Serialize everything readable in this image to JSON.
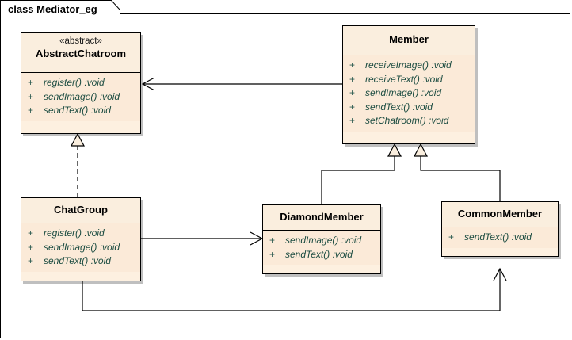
{
  "frame": {
    "title": "class Mediator_eg",
    "border_color": "#000000"
  },
  "palette": {
    "class_fill_header": "#faeede",
    "class_fill_body": "#fbead8",
    "class_border": "#000000",
    "member_text": "#1d4d42",
    "shadow": "#aaaaaa",
    "connector": "#000000"
  },
  "classes": {
    "abstract_chatroom": {
      "stereotype": "«abstract»",
      "name": "AbstractChatroom",
      "members": [
        {
          "visibility": "+",
          "signature": "register()  :void"
        },
        {
          "visibility": "+",
          "signature": "sendImage()  :void"
        },
        {
          "visibility": "+",
          "signature": "sendText()  :void"
        }
      ]
    },
    "member": {
      "stereotype": "",
      "name": "Member",
      "members": [
        {
          "visibility": "+",
          "signature": "receiveImage()  :void"
        },
        {
          "visibility": "+",
          "signature": "receiveText()  :void"
        },
        {
          "visibility": "+",
          "signature": "sendImage()  :void"
        },
        {
          "visibility": "+",
          "signature": "sendText()  :void"
        },
        {
          "visibility": "+",
          "signature": "setChatroom()  :void"
        }
      ]
    },
    "chat_group": {
      "stereotype": "",
      "name": "ChatGroup",
      "members": [
        {
          "visibility": "+",
          "signature": "register()  :void"
        },
        {
          "visibility": "+",
          "signature": "sendImage()  :void"
        },
        {
          "visibility": "+",
          "signature": "sendText()  :void"
        }
      ]
    },
    "diamond_member": {
      "stereotype": "",
      "name": "DiamondMember",
      "members": [
        {
          "visibility": "+",
          "signature": "sendImage()  :void"
        },
        {
          "visibility": "+",
          "signature": "sendText()  :void"
        }
      ]
    },
    "common_member": {
      "stereotype": "",
      "name": "CommonMember",
      "members": [
        {
          "visibility": "+",
          "signature": "sendText()  :void"
        }
      ]
    }
  },
  "relationships": [
    {
      "kind": "association",
      "from": "Member",
      "to": "AbstractChatroom",
      "arrow": "open-arrow"
    },
    {
      "kind": "realization",
      "from": "ChatGroup",
      "to": "AbstractChatroom",
      "arrow": "hollow-triangle",
      "line": "dashed"
    },
    {
      "kind": "generalization",
      "from": "DiamondMember",
      "to": "Member",
      "arrow": "hollow-triangle",
      "line": "solid"
    },
    {
      "kind": "generalization",
      "from": "CommonMember",
      "to": "Member",
      "arrow": "hollow-triangle",
      "line": "solid"
    },
    {
      "kind": "association",
      "from": "ChatGroup",
      "to": "DiamondMember",
      "arrow": "open-arrow",
      "line": "solid"
    },
    {
      "kind": "association",
      "from": "ChatGroup",
      "to": "CommonMember",
      "arrow": "open-arrow",
      "line": "solid"
    }
  ]
}
